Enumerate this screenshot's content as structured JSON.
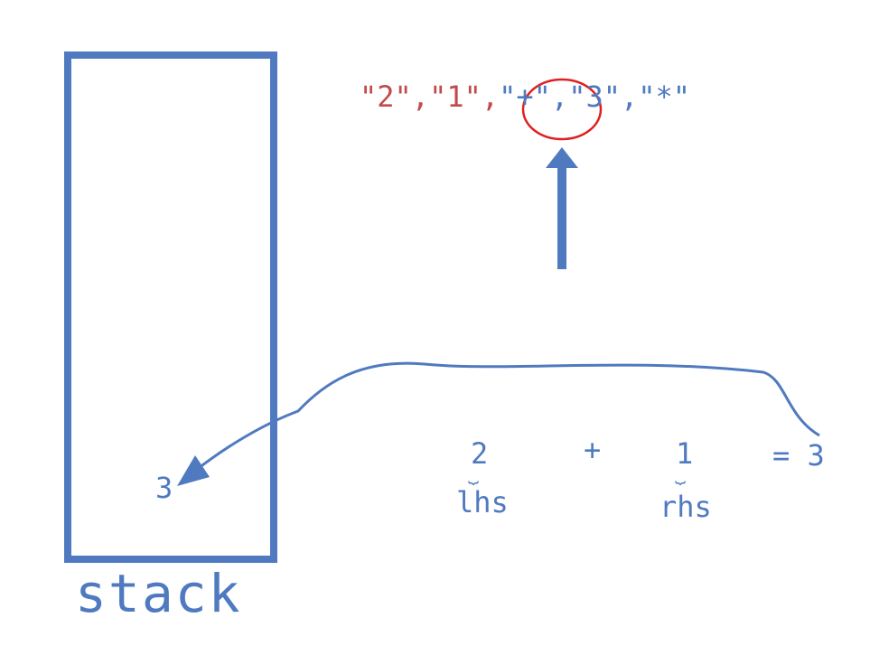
{
  "stack": {
    "label": "stack",
    "value": "3"
  },
  "tokens": [
    {
      "text": "\"2\"",
      "color": "#c14a4a"
    },
    {
      "text": ",",
      "color": "#c14a4a"
    },
    {
      "text": "\"1\"",
      "color": "#c14a4a"
    },
    {
      "text": ",",
      "color": "#c14a4a"
    },
    {
      "text": "\"+\"",
      "color": "#4f7ac0"
    },
    {
      "text": ",",
      "color": "#4f7ac0"
    },
    {
      "text": "\"3\"",
      "color": "#4f7ac0"
    },
    {
      "text": ",",
      "color": "#4f7ac0"
    },
    {
      "text": "\"*\"",
      "color": "#4f7ac0"
    }
  ],
  "expression": {
    "lhs_value": "2",
    "operator": "+",
    "rhs_value": "1",
    "equals": "= 3",
    "brace": "⏟",
    "lhs_label": "lhs",
    "rhs_label": "rhs"
  },
  "colors": {
    "accent": "#4f7ac0",
    "highlight": "#e02020",
    "consumed": "#c14a4a"
  }
}
